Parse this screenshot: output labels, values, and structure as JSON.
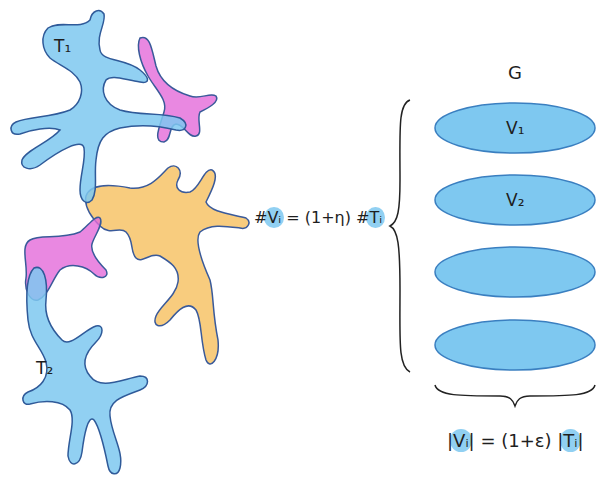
{
  "diagram": {
    "nodes": [
      {
        "text": [
          "T₁"
        ]
      },
      {
        "text": [
          "T₂"
        ]
      },
      {
        "text": [
          "V₁"
        ]
      },
      {
        "text": [
          "V₂"
        ]
      }
    ],
    "labels": [
      "G",
      "#Vᵢ = (1+η) #Tᵢ",
      "|Vᵢ| = (1+ε) |Tᵢ|"
    ]
  }
}
